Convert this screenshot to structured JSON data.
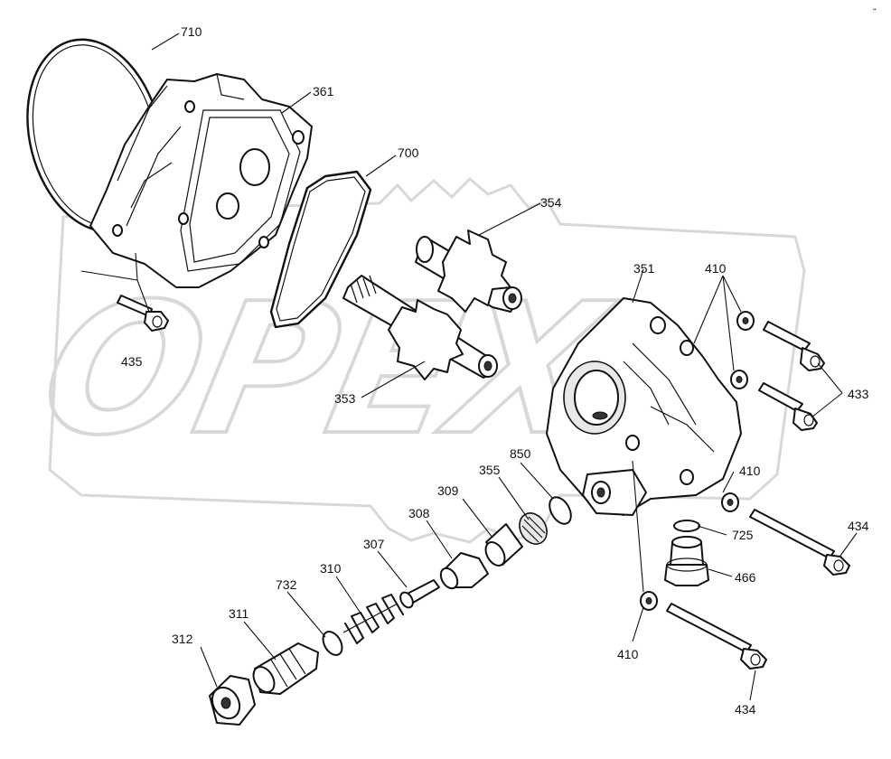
{
  "watermark": {
    "text": "OPEX"
  },
  "corner_mark": "••",
  "callouts": {
    "c710": "710",
    "c361": "361",
    "c700": "700",
    "c354": "354",
    "c351": "351",
    "c410_top": "410",
    "c435": "435",
    "c353": "353",
    "c433": "433",
    "c850": "850",
    "c355": "355",
    "c309": "309",
    "c308": "308",
    "c410_mid": "410",
    "c307": "307",
    "c310": "310",
    "c725": "725",
    "c434_upper": "434",
    "c732": "732",
    "c466": "466",
    "c311": "311",
    "c312": "312",
    "c410_bottom": "410",
    "c434_lower": "434"
  }
}
